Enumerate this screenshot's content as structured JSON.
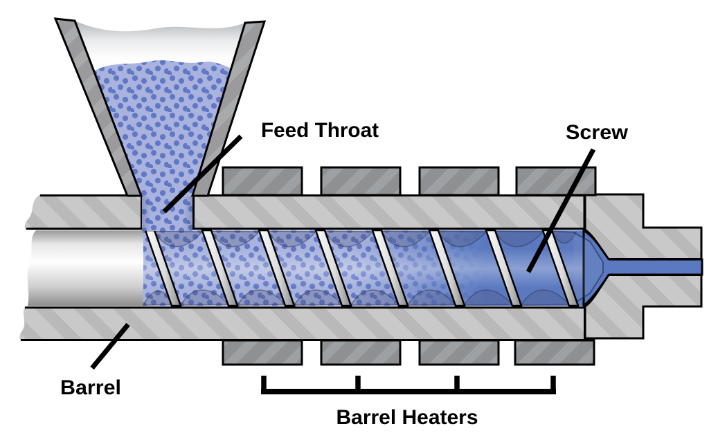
{
  "diagram": {
    "title": "Single-screw plastic extruder cutaway",
    "labels": {
      "feed_throat": "Feed Throat",
      "screw": "Screw",
      "barrel": "Barrel",
      "barrel_heaters": "Barrel Heaters"
    },
    "components": {
      "hopper": "hopper with plastic pellets",
      "feed_throat": "feed throat opening",
      "screw": "extruder screw with 8 flights",
      "barrel": "barrel walls",
      "die": "die with melt channel",
      "heaters": "barrel heater bands"
    },
    "heaters": {
      "top_count": 4,
      "bottom_count": 4,
      "bracket_tick_count": 4
    },
    "screw": {
      "flight_count": 8,
      "material_state_left": "solid pellets",
      "material_state_right": "molten polymer"
    },
    "colors": {
      "barrel_gray": "#c9c9c9",
      "barrel_hatch": "#b9b9b9",
      "heater_gray": "#8f9092",
      "heater_hatch": "#9ea1a3",
      "hopper_wall_gray": "#9b9b9d",
      "hopper_wall_hatch": "#a8aaac",
      "pellet_fill": "#a9b3dd",
      "pellet_dot": "#6078c6",
      "melt_blue": "#5b79c0",
      "outline": "#000000",
      "label_text": "#000000"
    }
  }
}
